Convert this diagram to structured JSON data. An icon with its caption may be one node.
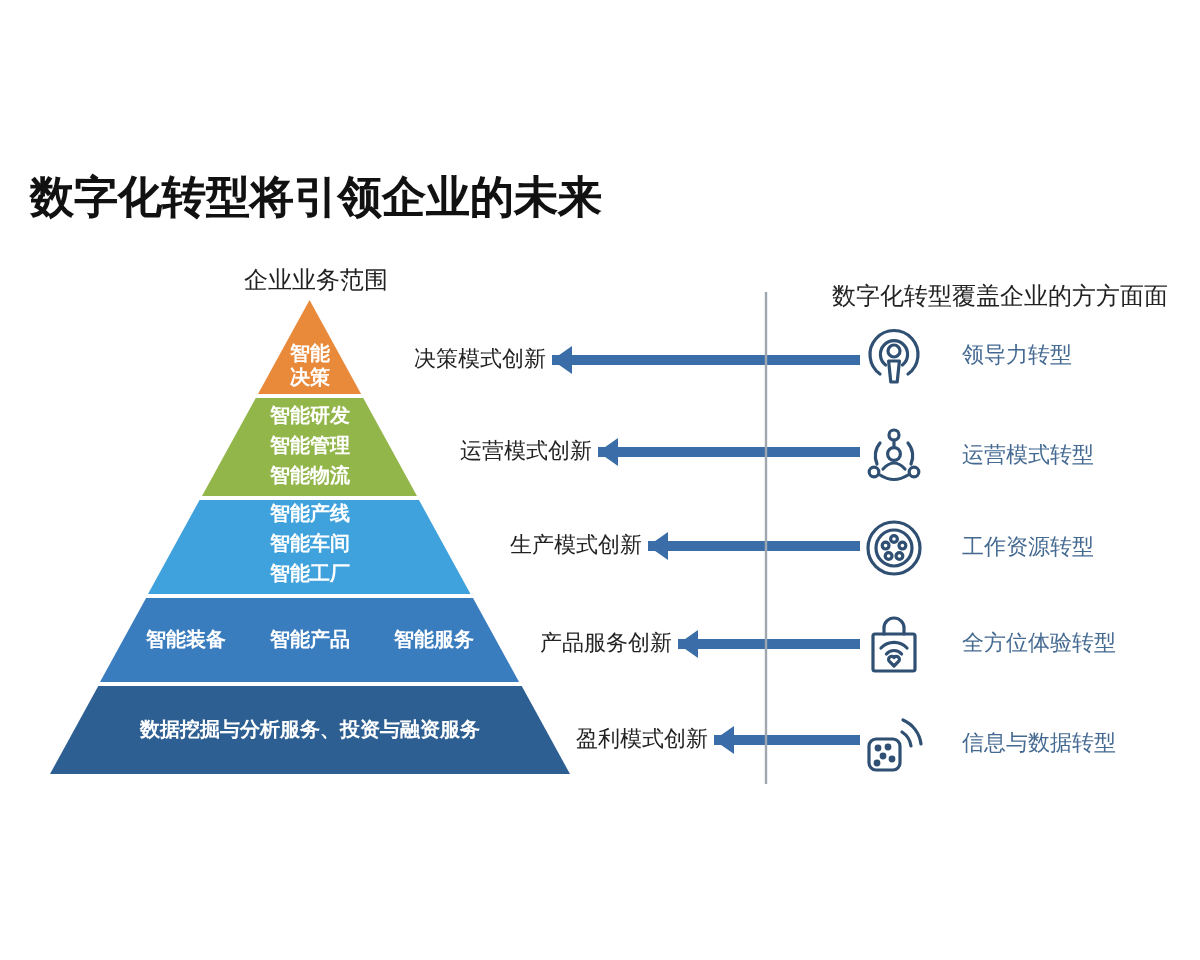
{
  "diagram": {
    "title": "数字化转型将引领企业的未来",
    "nodes": [
      {
        "text": [
          "智能决策"
        ]
      },
      {
        "text": [
          "智能研发",
          "智能管理",
          "智能物流"
        ]
      },
      {
        "text": [
          "智能产线",
          "智能车间",
          "智能工厂"
        ]
      },
      {
        "text": [
          "智能装备",
          "智能产品",
          "智能服务"
        ]
      },
      {
        "text": [
          "数据挖掘与分析服务、投资与融资服务"
        ]
      },
      {
        "text": [
          "决策模式创新"
        ]
      },
      {
        "text": [
          "运营模式创新"
        ]
      },
      {
        "text": [
          "生产模式创新"
        ]
      },
      {
        "text": [
          "产品服务创新"
        ]
      },
      {
        "text": [
          "盈利模式创新"
        ]
      },
      {
        "text": [
          "领导力转型"
        ]
      },
      {
        "text": [
          "运营模式转型"
        ]
      },
      {
        "text": [
          "工作资源转型"
        ]
      },
      {
        "text": [
          "全方位体验转型"
        ]
      },
      {
        "text": [
          "信息与数据转型"
        ]
      }
    ],
    "edges": [
      {
        "from": 10,
        "to": 5,
        "arrow": "to"
      },
      {
        "from": 11,
        "to": 6,
        "arrow": "to"
      },
      {
        "from": 12,
        "to": 7,
        "arrow": "to"
      },
      {
        "from": 13,
        "to": 8,
        "arrow": "to"
      },
      {
        "from": 14,
        "to": 9,
        "arrow": "to"
      }
    ],
    "labels": [
      "企业业务范围",
      "数字化转型覆盖企业的方方面面"
    ]
  }
}
